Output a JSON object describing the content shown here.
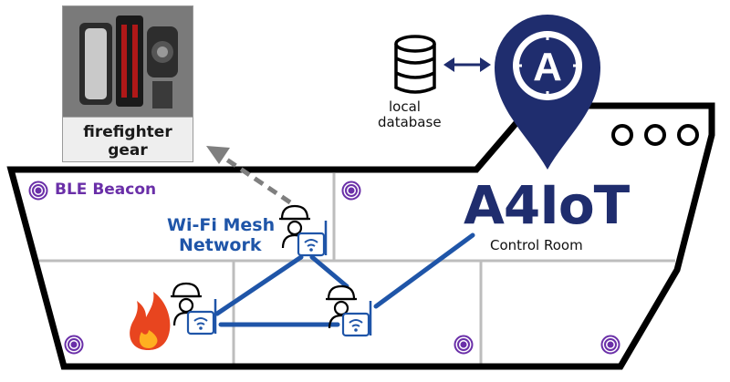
{
  "photo": {
    "label_line1": "firefighter",
    "label_line2": "gear"
  },
  "database": {
    "label_line1": "local",
    "label_line2": "database"
  },
  "beacon_label": "BLE Beacon",
  "mesh": {
    "label_line1": "Wi-Fi Mesh",
    "label_line2": "Network"
  },
  "brand": {
    "name": "A4IoT",
    "subtitle": "Control Room",
    "pin_letter": "A"
  },
  "colors": {
    "navy": "#1f2d6e",
    "mesh_blue": "#1f55a8",
    "beacon_purple": "#6a2fa8",
    "outline": "#000000",
    "grid": "#bdbdbd"
  }
}
